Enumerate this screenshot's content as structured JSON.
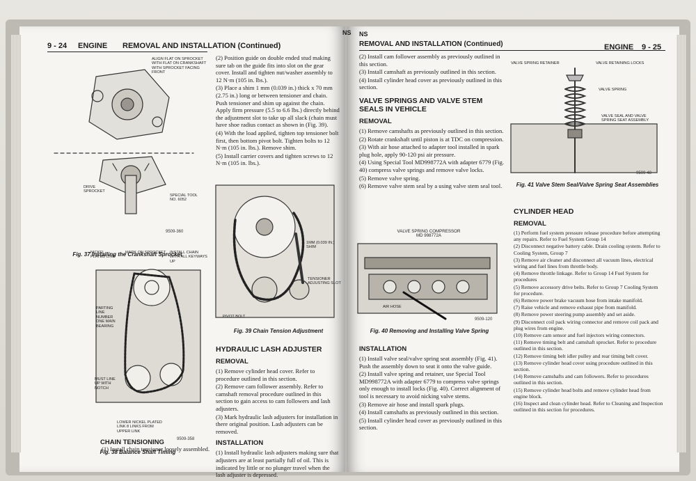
{
  "left_page": {
    "header_left": "9 - 24",
    "header_section": "ENGINE",
    "header_title": "REMOVAL AND INSTALLATION (Continued)",
    "fig37": {
      "callout_align": "ALIGN FLAT ON SPROCKET WITH FLAT ON CRANKSHAFT WITH SPROCKET FACING FRONT",
      "callout_drive": "DRIVE SPROCKET",
      "callout_tool": "SPECIAL TOOL NO. 6052",
      "fig_id": "9509-360",
      "caption": "Fig. 37 Installing the Crankshaft Sprocket"
    },
    "fig38": {
      "callout_nickel": "NICKEL PLATED LINK",
      "callout_mark": "MARK ON SPROCKET",
      "callout_chain": "INSTALL CHAIN WITH ALL KEYWAYS UP",
      "callout_parting": "PARTING LINE NUMBER ONE MAIN BEARING",
      "callout_must": "MUST LINE UP WITH NOTCH",
      "callout_lower": "LOWER NICKEL PLATED LINK 8 LINKS FROM UPPER LINK",
      "fig_id": "9509-358",
      "caption": "Fig. 38 Balance Shaft Timing"
    },
    "chain_tensioning_head": "CHAIN TENSIONING",
    "chain_tensioning_text": "(1) Install chain tensioner loosely assembled.",
    "col2_paragraphs": [
      "(2) Position guide on double ended stud making sure tab on the guide fits into slot on the gear cover. Install and tighten nut/washer assembly to 12 N·m (105 in. lbs.).",
      "(3) Place a shim 1 mm (0.039 in.) thick x 70 mm (2.75 in.) long or between tensioner and chain. Push tensioner and shim up against the chain. Apply firm pressure (5.5 to 6.6 lbs.) directly behind the adjustment slot to take up all slack (chain must have shoe radius contact as shown in (Fig. 39).",
      "(4) With the load applied, tighten top tensioner bolt first, then bottom pivot bolt. Tighten bolts to 12 N·m (105 in. lbs.). Remove shim.",
      "(5) Install carrier covers and tighten screws to 12 N·m (105 in. lbs.)."
    ],
    "fig39": {
      "callout_shim": "1MM (0.039 IN.) SHIM",
      "callout_tensioner": "TENSIONER ADJUSTING SLOT",
      "callout_pivot": "PIVOT BOLT",
      "caption": "Fig. 39 Chain Tension Adjustment"
    },
    "hydraulic_head": "HYDRAULIC LASH ADJUSTER",
    "removal_label": "REMOVAL",
    "hydraulic_removal": [
      "(1) Remove cylinder head cover. Refer to procedure outlined in this section.",
      "(2) Remove cam follower assembly. Refer to camshaft removal procedure outlined in this section to gain access to cam followers and lash adjusters.",
      "(3) Mark hydraulic lash adjusters for installation in there original position. Lash adjusters can be removed."
    ],
    "installation_label": "INSTALLATION",
    "hydraulic_install": [
      "(1) Install hydraulic lash adjusters making sure that adjusters are at least partially full of oil. This is indicated by little or no plunger travel when the lash adjuster is depressed."
    ]
  },
  "right_page": {
    "header_ns_left": "NS",
    "header_ns_right": "NS",
    "header_title": "REMOVAL AND INSTALLATION (Continued)",
    "header_section": "ENGINE",
    "header_right": "9 - 25",
    "col1_top": [
      "(2) Install cam follower assembly as previously outlined in this section.",
      "(3) Install camshaft as previously outlined in this section.",
      "(4) Install cylinder head cover as previously outlined in this section."
    ],
    "valve_head": "VALVE SPRINGS AND VALVE STEM SEALS IN VEHICLE",
    "removal_label": "REMOVAL",
    "valve_removal": [
      "(1) Remove camshafts as previously outlined in this section.",
      "(2) Rotate crankshaft until piston is at TDC on compression.",
      "(3) With air hose attached to adapter tool installed in spark plug hole, apply 90-120 psi air pressure.",
      "(4) Using Special Tool MD998772A with adapter 6779 (Fig. 40) compress valve springs and remove valve locks.",
      "(5) Remove valve spring.",
      "(6) Remove valve stem seal by a using valve stem seal tool."
    ],
    "fig40": {
      "callout_comp": "VALVE SPRING COMPRESSOR MD 998772A",
      "callout_air": "AIR HOSE",
      "fig_id": "9509-120",
      "caption": "Fig. 40 Removing and Installing Valve Spring"
    },
    "installation_label": "INSTALLATION",
    "valve_install": [
      "(1) Install valve seal/valve spring seat assembly (Fig. 41). Push the assembly down to seat it onto the valve guide.",
      "(2) Install valve spring and retainer, use Special Tool MD998772A with adapter 6779 to compress valve springs only enough to install locks (Fig. 40). Correct alignment of tool is necessary to avoid nicking valve stems.",
      "(3) Remove air hose and install spark plugs.",
      "(4) Install camshafts as previously outlined in this section.",
      "(5) Install cylinder head cover as previously outlined in this section."
    ],
    "fig41": {
      "callout_retainer": "VALVE SPRING RETAINER",
      "callout_locks": "VALVE RETAINING LOCKS",
      "callout_spring": "VALVE SPRING",
      "callout_seal": "VALVE SEAL AND VALVE SPRING SEAT ASSEMBLY",
      "fig_id": "9509-48",
      "caption": "Fig. 41 Valve Stem Seal/Valve Spring Seat Assemblies"
    },
    "cyl_head": "CYLINDER HEAD",
    "cyl_removal": [
      "(1) Perform fuel system pressure release procedure before attempting any repairs. Refer to Fuel System Group 14",
      "(2) Disconnect negative battery cable. Drain cooling system. Refer to Cooling System, Group 7",
      "(3) Remove air cleaner and disconnect all vacuum lines, electrical wiring and fuel lines from throttle body.",
      "(4) Remove throttle linkage. Refer to Group 14 Fuel System for procedures",
      "(5) Remove accessory drive belts. Refer to Group 7 Cooling System for procedure.",
      "(6) Remove power brake vacuum hose from intake manifold.",
      "(7) Raise vehicle and remove exhaust pipe from manifold.",
      "(8) Remove power steering pump assembly and set aside.",
      "(9) Disconnect coil pack wiring connector and remove coil pack and plug wires from engine.",
      "(10) Remove cam sensor and fuel injectors wiring connectors.",
      "(11) Remove timing belt and camshaft sprocket. Refer to procedure outlined in this section.",
      "(12) Remove timing belt idler pulley and rear timing belt cover.",
      "(13) Remove cylinder head cover using procedure outlined in this section.",
      "(14) Remove camshafts and cam followers. Refer to procedures outlined in this section.",
      "(15) Remove cylinder head bolts and remove cylinder head from engine block.",
      "(16) Inspect and clean cylinder head. Refer to Cleaning and Inspection outlined in this section for procedures."
    ]
  }
}
